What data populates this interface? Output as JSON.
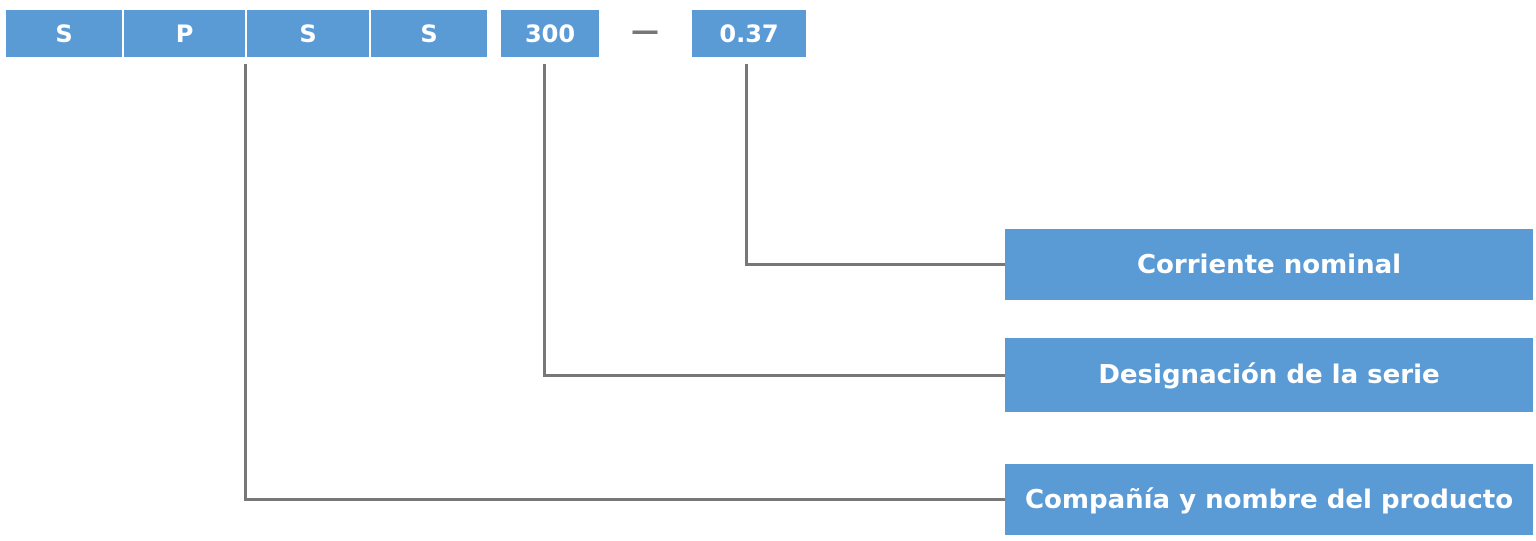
{
  "code": {
    "segments": [
      "S",
      "P",
      "S",
      "S",
      "300"
    ],
    "separator": "—",
    "current": "0.37"
  },
  "labels": {
    "current": "Corriente nominal",
    "series": "Designación de la serie",
    "company": "Compañía y nombre del producto"
  },
  "colors": {
    "box": "#5b9bd5",
    "line": "#777777"
  }
}
